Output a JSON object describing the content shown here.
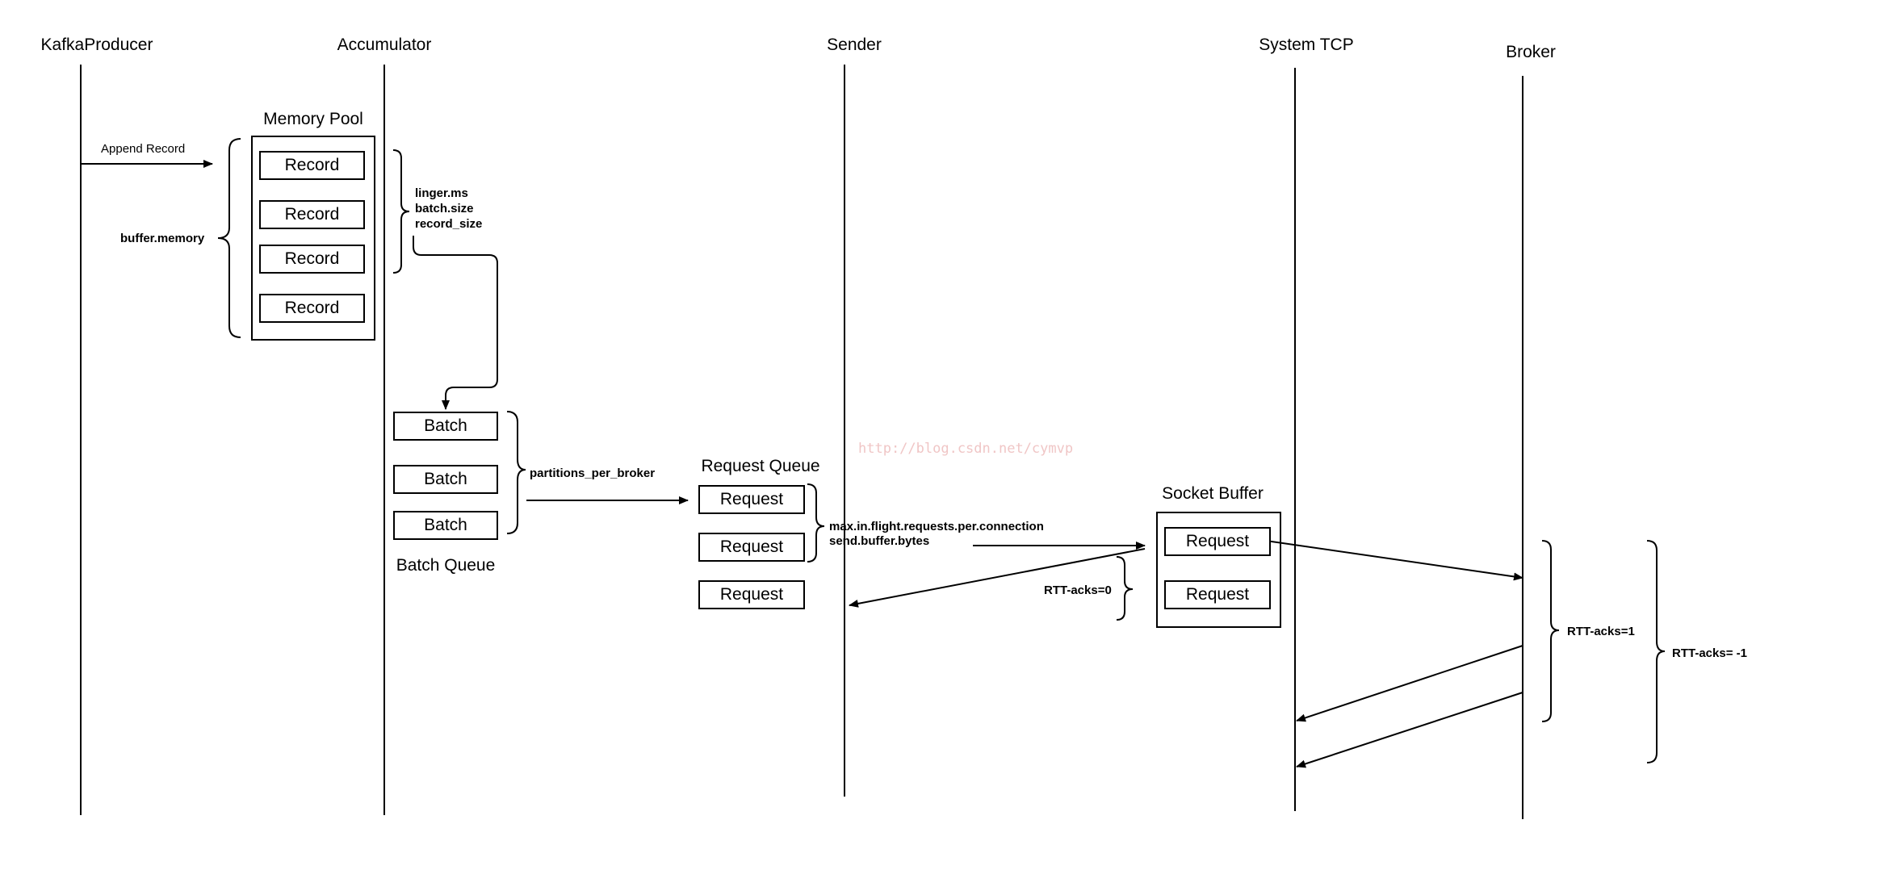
{
  "lanes": {
    "producer": "KafkaProducer",
    "accumulator": "Accumulator",
    "sender": "Sender",
    "tcp": "System TCP",
    "broker": "Broker"
  },
  "memory_pool": {
    "title": "Memory Pool",
    "records": [
      "Record",
      "Record",
      "Record",
      "Record"
    ]
  },
  "batch_queue": {
    "title": "Batch Queue",
    "batches": [
      "Batch",
      "Batch",
      "Batch"
    ]
  },
  "request_queue": {
    "title": "Request Queue",
    "requests": [
      "Request",
      "Request",
      "Request"
    ]
  },
  "socket_buffer": {
    "title": "Socket Buffer",
    "requests": [
      "Request",
      "Request"
    ]
  },
  "labels": {
    "append_record": "Append Record",
    "buffer_memory": "buffer.memory",
    "linger_ms": "linger.ms",
    "batch_size": "batch.size",
    "record_size": "record_size",
    "partitions_per_broker": "partitions_per_broker",
    "max_in_flight": "max.in.flight.requests.per.connection",
    "send_buffer": "send.buffer.bytes",
    "rtt_acks0": "RTT-acks=0",
    "rtt_acks1": "RTT-acks=1",
    "rtt_acks_neg1": "RTT-acks= -1"
  },
  "watermark": "http://blog.csdn.net/cymvp"
}
